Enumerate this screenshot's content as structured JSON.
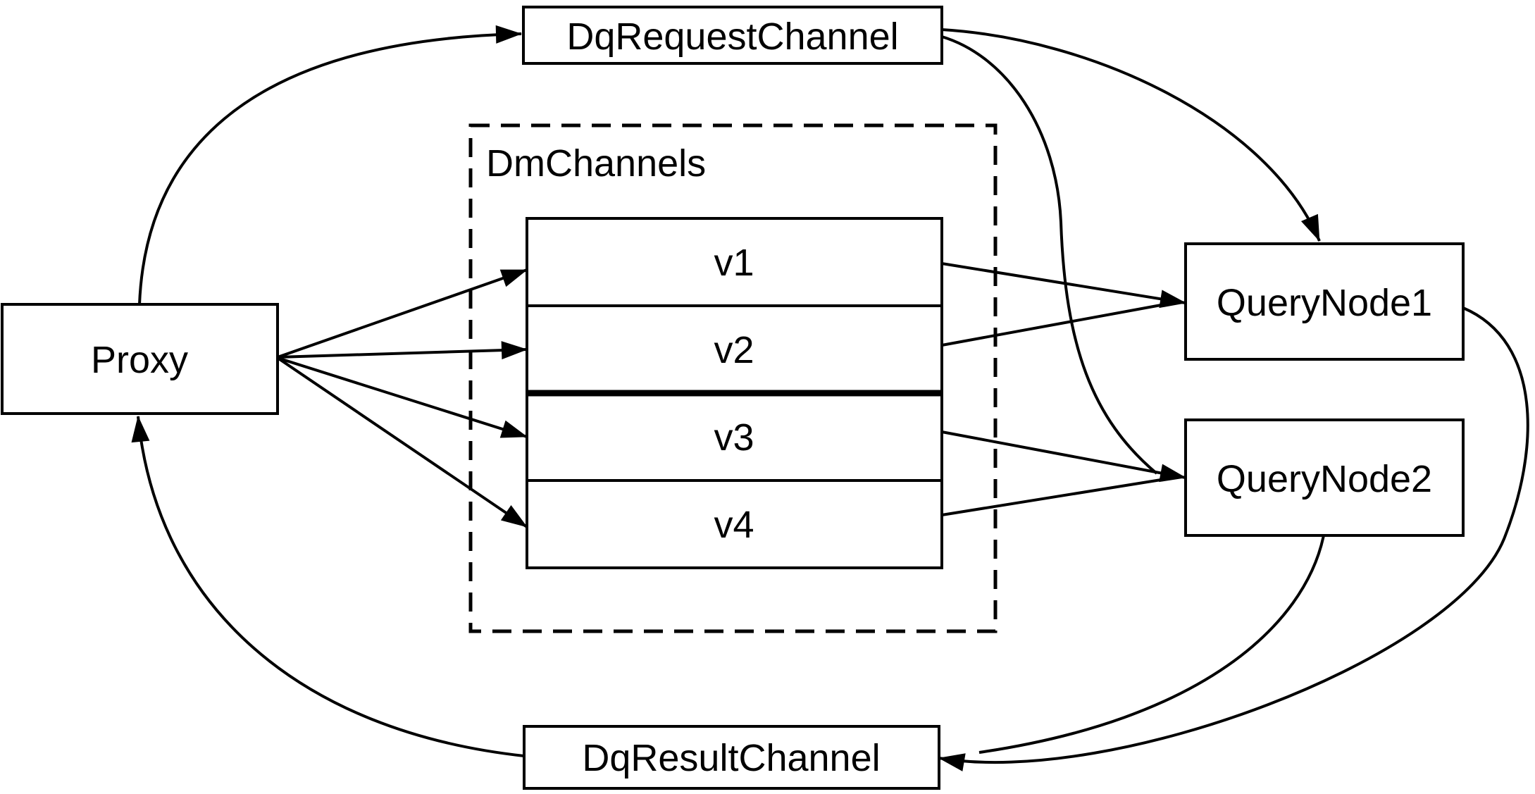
{
  "diagram": {
    "colors": {
      "stroke": "#000000",
      "node_fill": "#ffffff",
      "text": "#000000",
      "background": "#ffffff"
    },
    "nodes": {
      "dq_request_channel": {
        "label": "DqRequestChannel"
      },
      "proxy": {
        "label": "Proxy"
      },
      "dm_channels_group": {
        "label": "DmChannels"
      },
      "channels": [
        {
          "label": "v1"
        },
        {
          "label": "v2"
        },
        {
          "label": "v3"
        },
        {
          "label": "v4"
        }
      ],
      "query_node_1": {
        "label": "QueryNode1"
      },
      "query_node_2": {
        "label": "QueryNode2"
      },
      "dq_result_channel": {
        "label": "DqResultChannel"
      }
    },
    "edges": [
      {
        "from": "Proxy",
        "to": "DqRequestChannel"
      },
      {
        "from": "DqRequestChannel",
        "to": "QueryNode1"
      },
      {
        "from": "DqRequestChannel",
        "to": "QueryNode2"
      },
      {
        "from": "Proxy",
        "to": "v1"
      },
      {
        "from": "Proxy",
        "to": "v2"
      },
      {
        "from": "Proxy",
        "to": "v3"
      },
      {
        "from": "Proxy",
        "to": "v4"
      },
      {
        "from": "v1",
        "to": "QueryNode1"
      },
      {
        "from": "v2",
        "to": "QueryNode1"
      },
      {
        "from": "v3",
        "to": "QueryNode2"
      },
      {
        "from": "v4",
        "to": "QueryNode2"
      },
      {
        "from": "QueryNode1",
        "to": "DqResultChannel"
      },
      {
        "from": "QueryNode2",
        "to": "DqResultChannel"
      },
      {
        "from": "DqResultChannel",
        "to": "Proxy"
      }
    ]
  }
}
